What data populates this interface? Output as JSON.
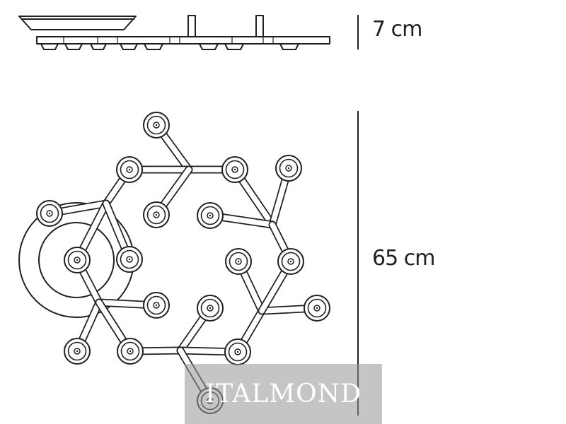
{
  "dimensions": {
    "height_label": "7 cm",
    "width_label": "65 cm"
  },
  "watermark": {
    "text": "ITALMOND"
  },
  "colors": {
    "stroke": "#231f20",
    "background": "#ffffff",
    "watermark_overlay": "#969696",
    "watermark_text": "#ffffff"
  }
}
